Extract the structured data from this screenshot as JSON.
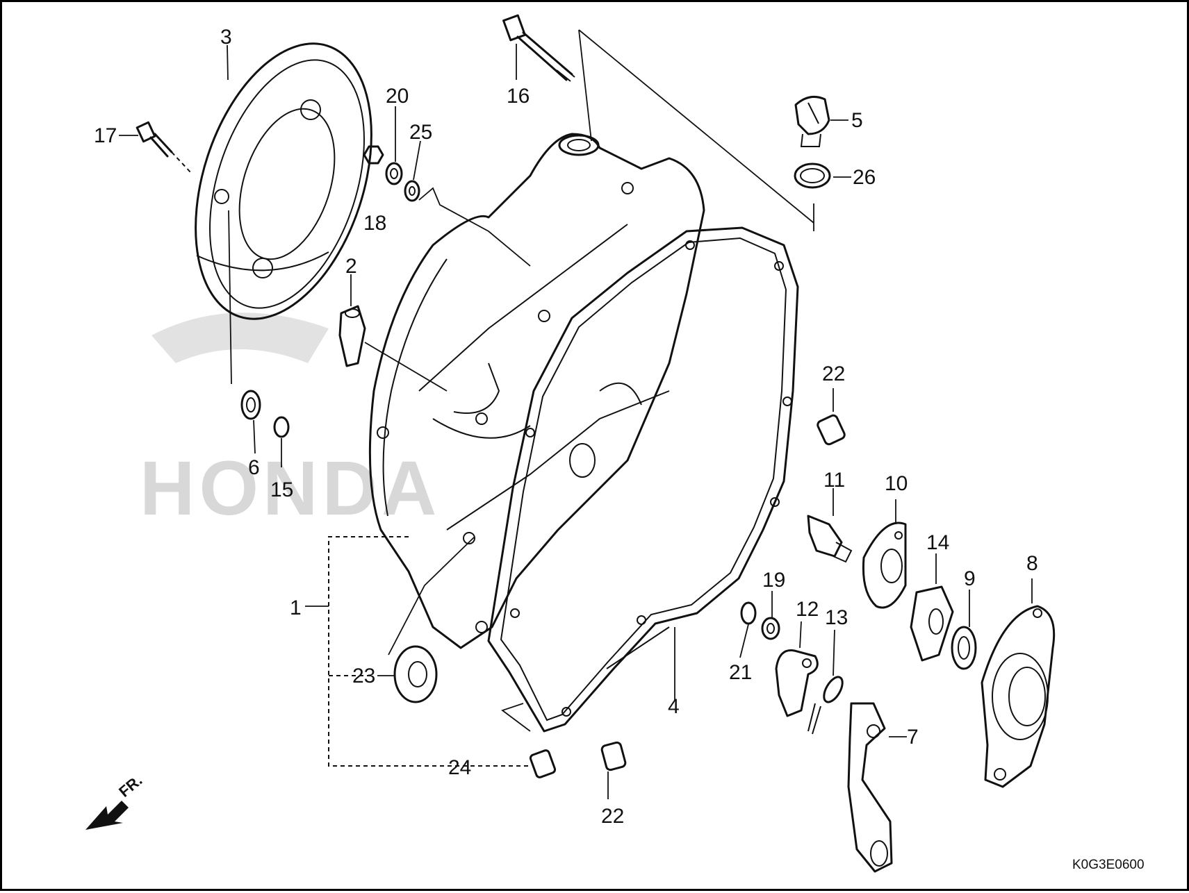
{
  "diagram": {
    "watermark": "HONDA",
    "front_label": "FR.",
    "drawing_code": "K0G3E0600",
    "callouts": {
      "c1": "1",
      "c2": "2",
      "c3": "3",
      "c4": "4",
      "c5": "5",
      "c6": "6",
      "c7": "7",
      "c8": "8",
      "c9": "9",
      "c10": "10",
      "c11": "11",
      "c12": "12",
      "c13": "13",
      "c14": "14",
      "c15": "15",
      "c16": "16",
      "c17": "17",
      "c18": "18",
      "c19": "19",
      "c20": "20",
      "c21": "21",
      "c22a": "22",
      "c22b": "22",
      "c23": "23",
      "c24": "24",
      "c25": "25",
      "c26": "26"
    }
  }
}
